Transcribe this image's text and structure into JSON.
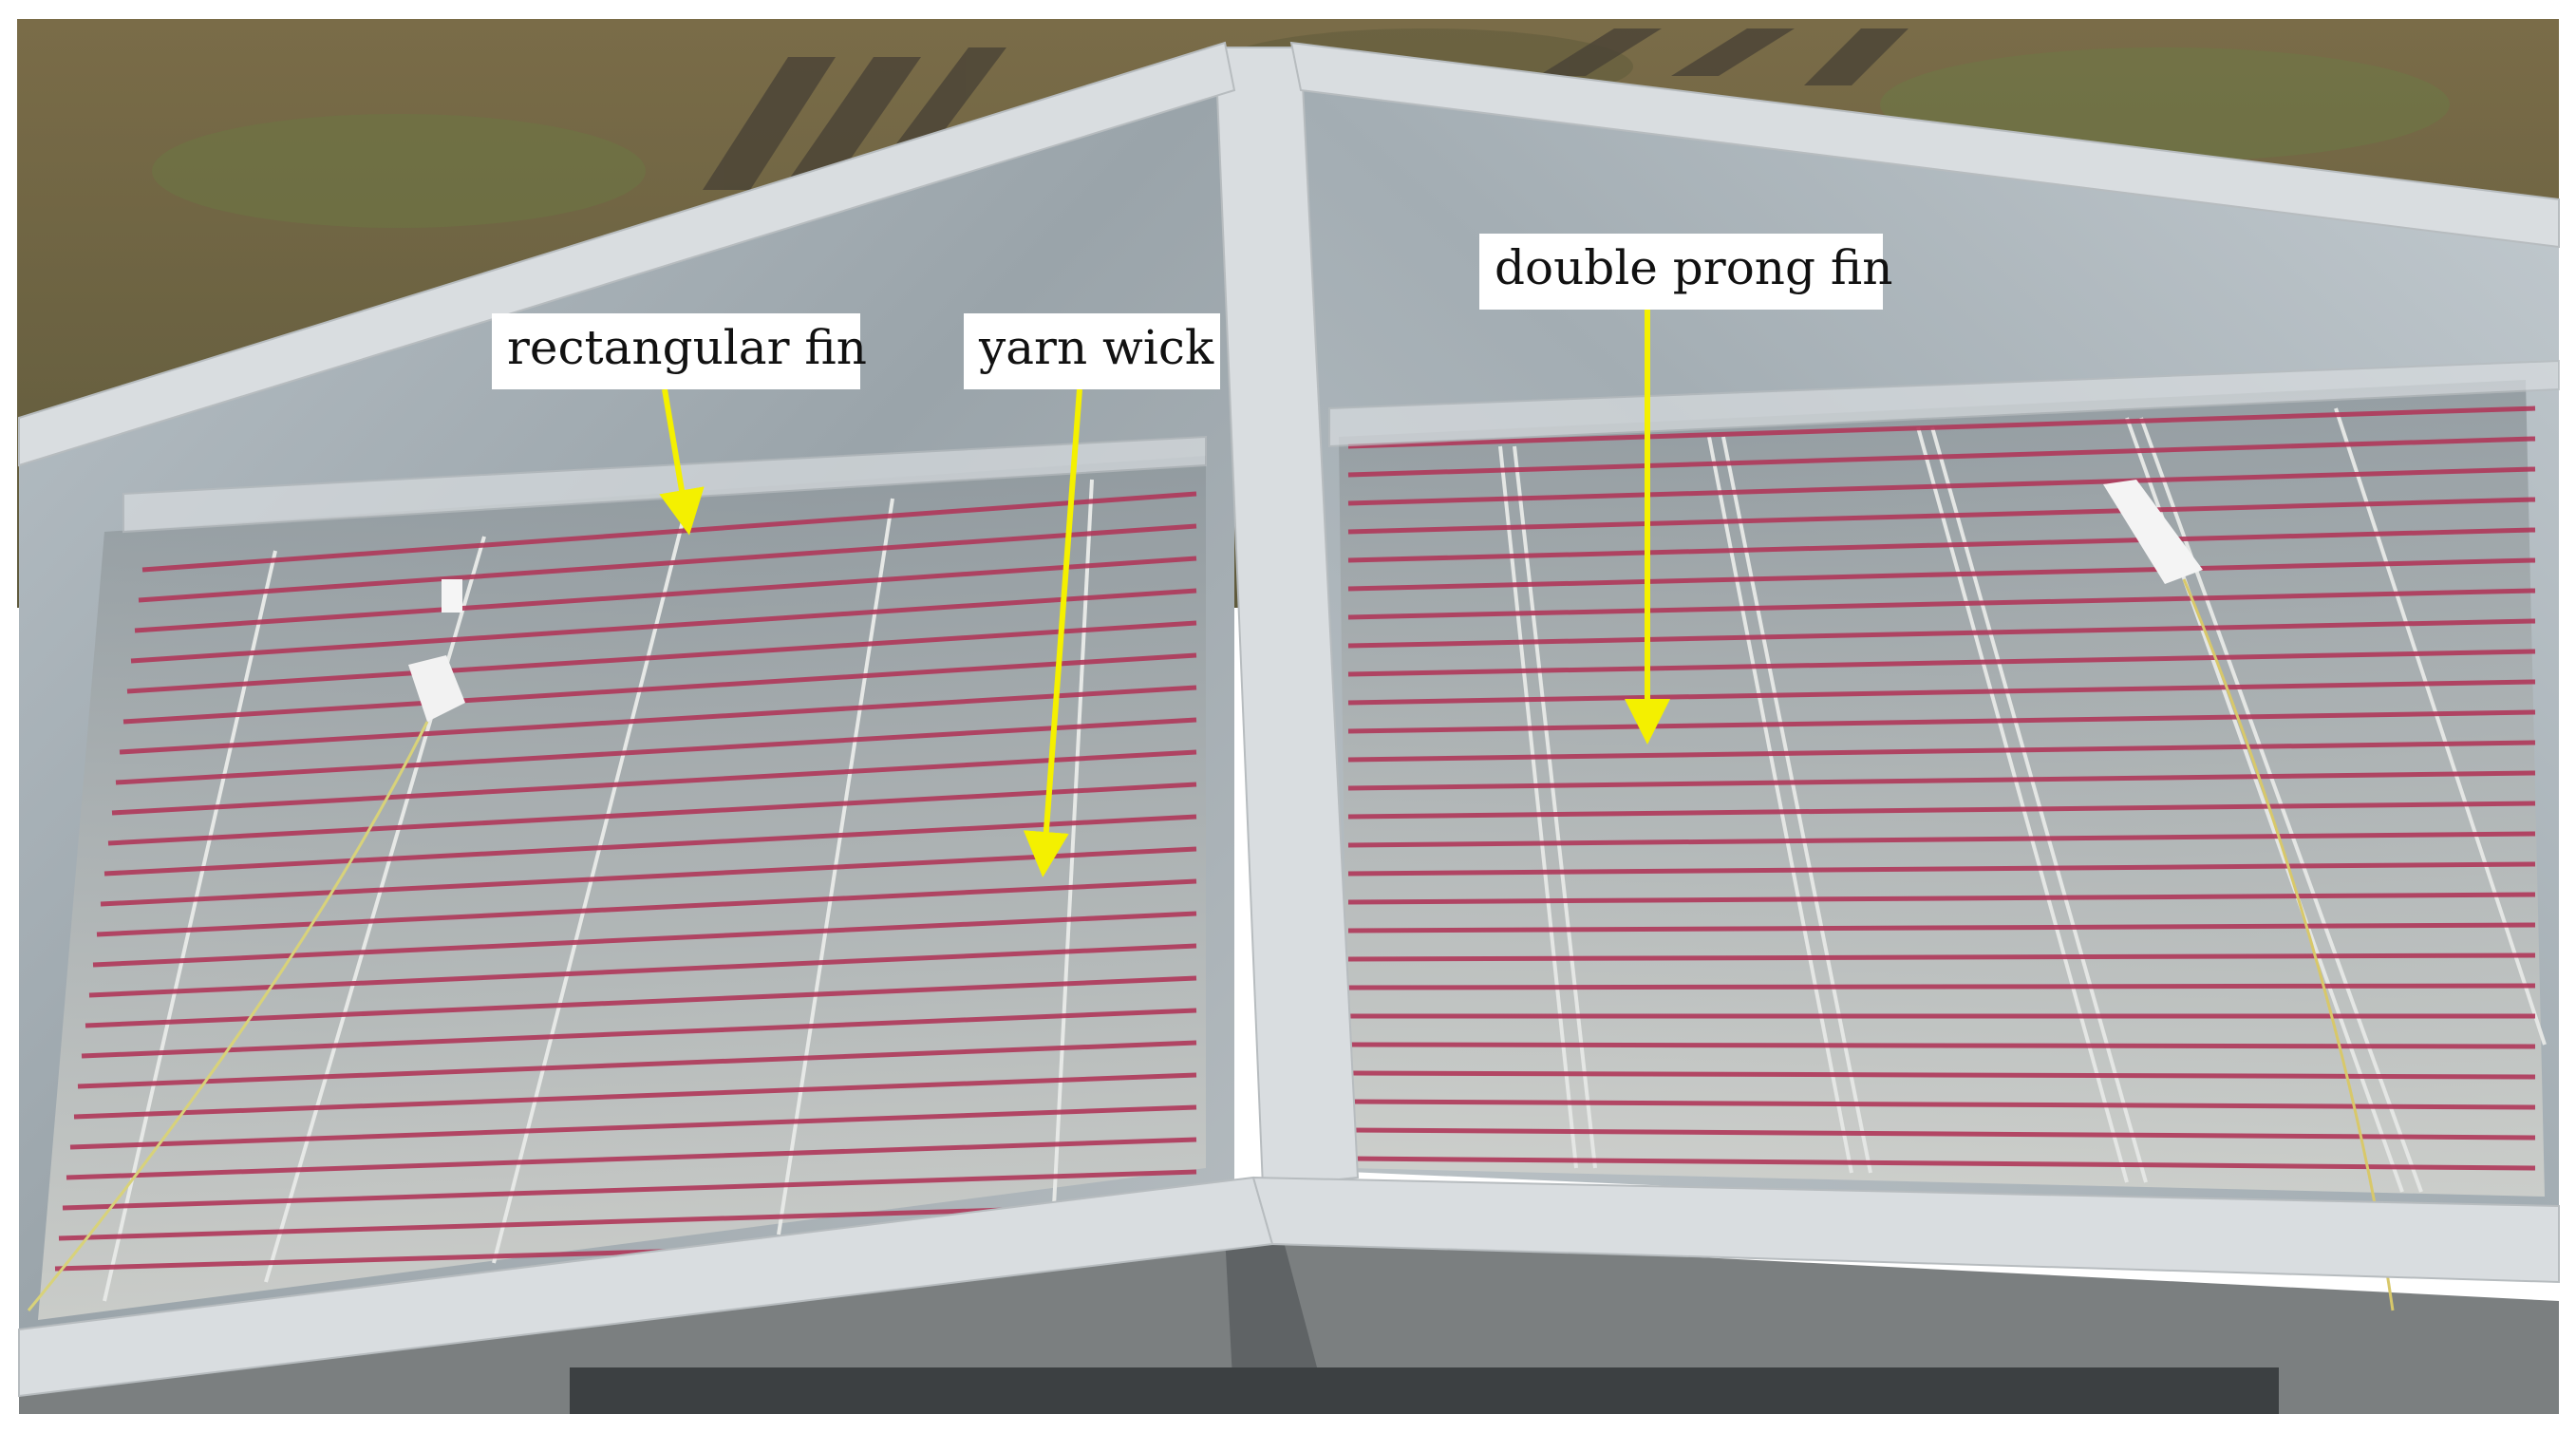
{
  "labels": {
    "rectangular_fin": "rectangular fin",
    "yarn_wick": "yarn wick",
    "double_prong_fin": "double prong fin"
  },
  "colors": {
    "arrow": "#f4f000",
    "grass": "#6e6242",
    "frame": "#d9dde0",
    "glass": "#aeb7bd",
    "yarn": "#b0385a",
    "basin": "#c9cbc6"
  }
}
